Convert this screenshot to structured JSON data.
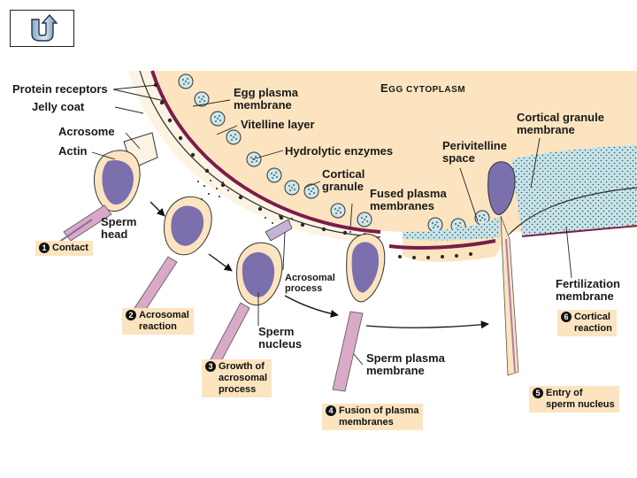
{
  "nav": {
    "back_icon": "u-turn-back-icon"
  },
  "diagram": {
    "egg_cytoplasm_first": "E",
    "egg_cytoplasm_rest": "GG CYTOPLASM",
    "labels": {
      "protein_receptors": "Protein receptors",
      "jelly_coat": "Jelly coat",
      "acrosome": "Acrosome",
      "actin": "Actin",
      "sperm_head_1": "Sperm",
      "sperm_head_2": "head",
      "egg_plasma_membrane_1": "Egg plasma",
      "egg_plasma_membrane_2": "membrane",
      "vitelline_layer": "Vitelline layer",
      "hydrolytic_enzymes": "Hydrolytic enzymes",
      "cortical_granule_1": "Cortical",
      "cortical_granule_2": "granule",
      "fused_plasma_membranes_1": "Fused plasma",
      "fused_plasma_membranes_2": "membranes",
      "perivitelline_space_1": "Perivitelline",
      "perivitelline_space_2": "space",
      "cortical_granule_membrane_1": "Cortical granule",
      "cortical_granule_membrane_2": "membrane",
      "acrosomal_process_1": "Acrosomal",
      "acrosomal_process_2": "process",
      "sperm_nucleus_1": "Sperm",
      "sperm_nucleus_2": "nucleus",
      "sperm_plasma_membrane_1": "Sperm plasma",
      "sperm_plasma_membrane_2": "membrane",
      "fertilization_membrane_1": "Fertilization",
      "fertilization_membrane_2": "membrane"
    },
    "steps": [
      {
        "num": "1",
        "line1": "Contact",
        "line2": ""
      },
      {
        "num": "2",
        "line1": "Acrosomal",
        "line2": "reaction"
      },
      {
        "num": "3",
        "line1": "Growth of",
        "line2": "acrosomal",
        "line3": "process"
      },
      {
        "num": "4",
        "line1": "Fusion of plasma",
        "line2": "membranes"
      },
      {
        "num": "5",
        "line1": "Entry of",
        "line2": "sperm nucleus"
      },
      {
        "num": "6",
        "line1": "Cortical",
        "line2": "reaction"
      }
    ],
    "colors": {
      "cytoplasm": "#fbe4bf",
      "jelly": "#fdf3e3",
      "membrane": "#7a1d4a",
      "sperm_head": "#7b6fad",
      "granule": "#cde7ec",
      "fertilization": "#c8e4e8"
    }
  }
}
